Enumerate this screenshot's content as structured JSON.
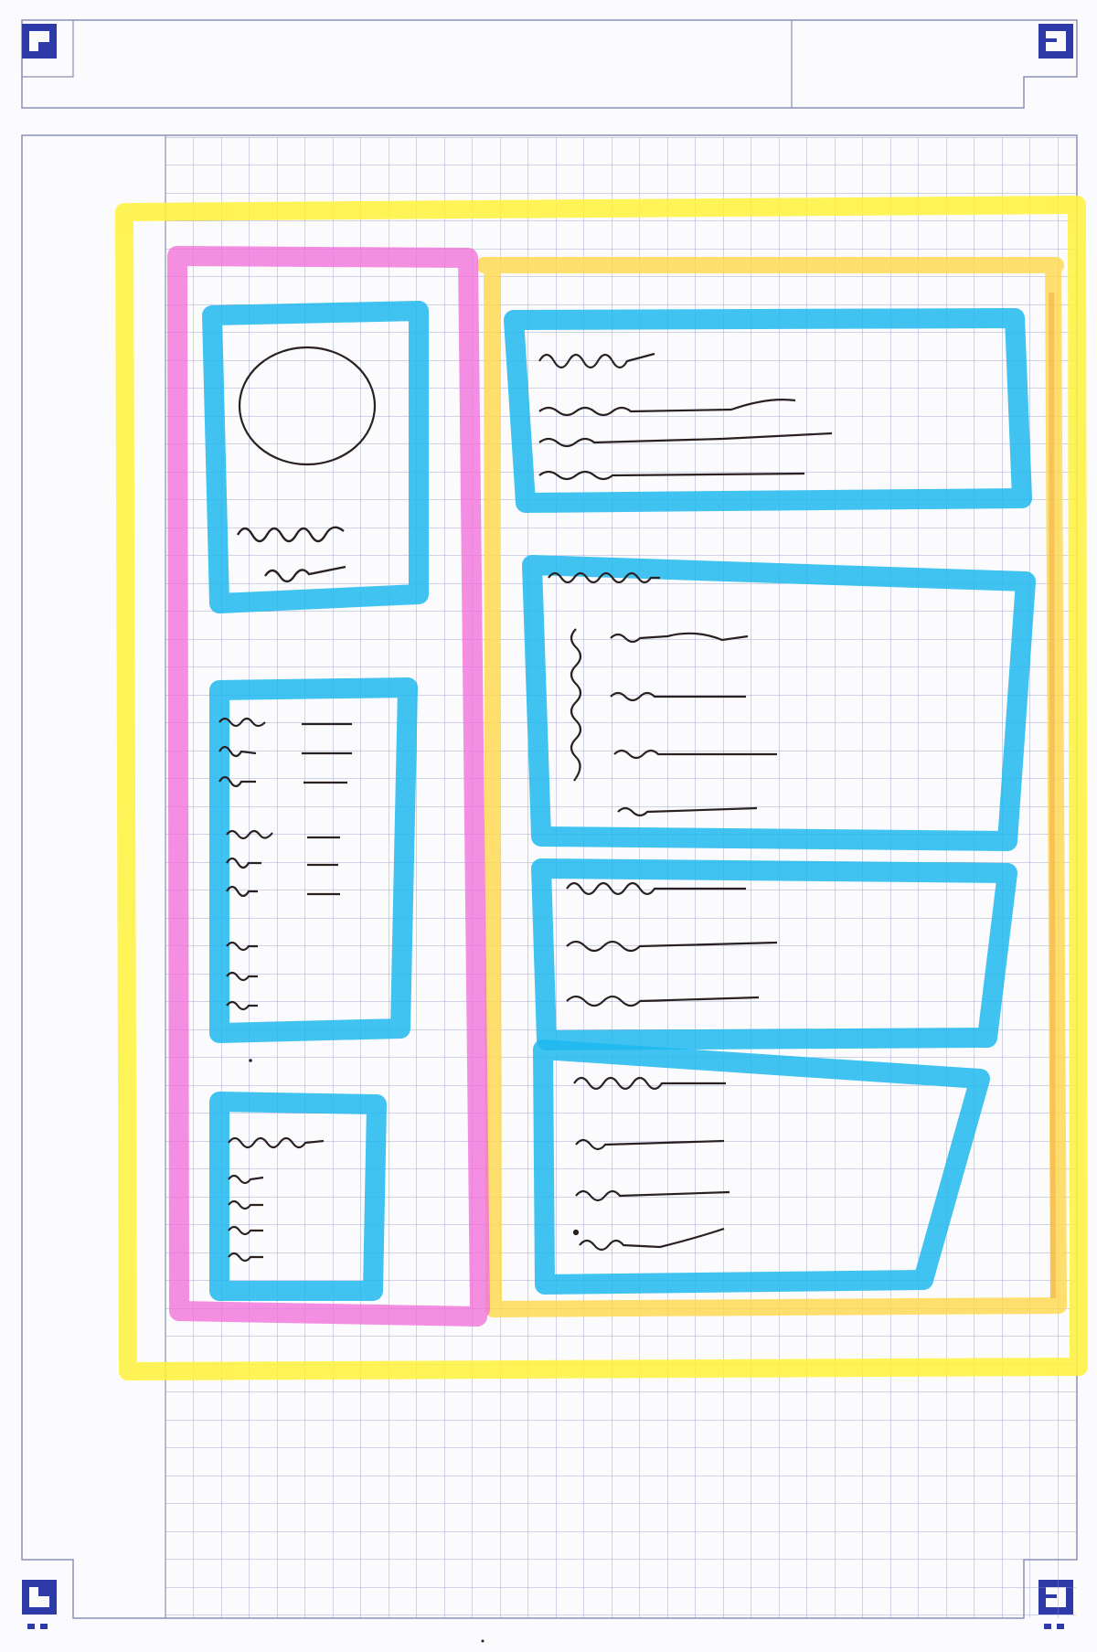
{
  "sheet": {
    "paper_color": "#fbfbfd",
    "grid_color": "#8a8ec0",
    "frame_color": "#8c8fb8",
    "corner_mark_color": "#2e3aa8",
    "ink_color": "#2a2020"
  },
  "highlighters": {
    "page_frame": "#fff23a",
    "sidebar_column": "#f26ad8",
    "main_column": "#ffd84a",
    "cards": "#1fb8ee"
  },
  "sketch": {
    "description_free": true,
    "sidebar_cards": [
      {
        "kind": "profile",
        "contains": [
          "avatar-circle",
          "name-scribble",
          "subtitle-scribble"
        ]
      },
      {
        "kind": "key-value-list",
        "rows": 9
      },
      {
        "kind": "short-list",
        "rows": 5
      }
    ],
    "main_cards": [
      {
        "kind": "intro",
        "lines": 4
      },
      {
        "kind": "timeline",
        "entries": 4
      },
      {
        "kind": "section",
        "lines": 3
      },
      {
        "kind": "section",
        "lines": 4
      }
    ]
  }
}
